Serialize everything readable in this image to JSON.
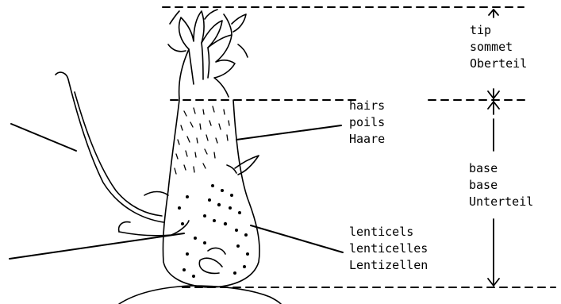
{
  "labels": {
    "tip": [
      "tip",
      "sommet",
      "Oberteil"
    ],
    "hairs": [
      "hairs",
      "poils",
      "Haare"
    ],
    "base": [
      "base",
      "base",
      "Unterteil"
    ],
    "lenticels": [
      "lenticels",
      "lenticelles",
      "Lentizellen"
    ]
  },
  "colors": {
    "ink": "#000000",
    "paper": "#ffffff"
  }
}
